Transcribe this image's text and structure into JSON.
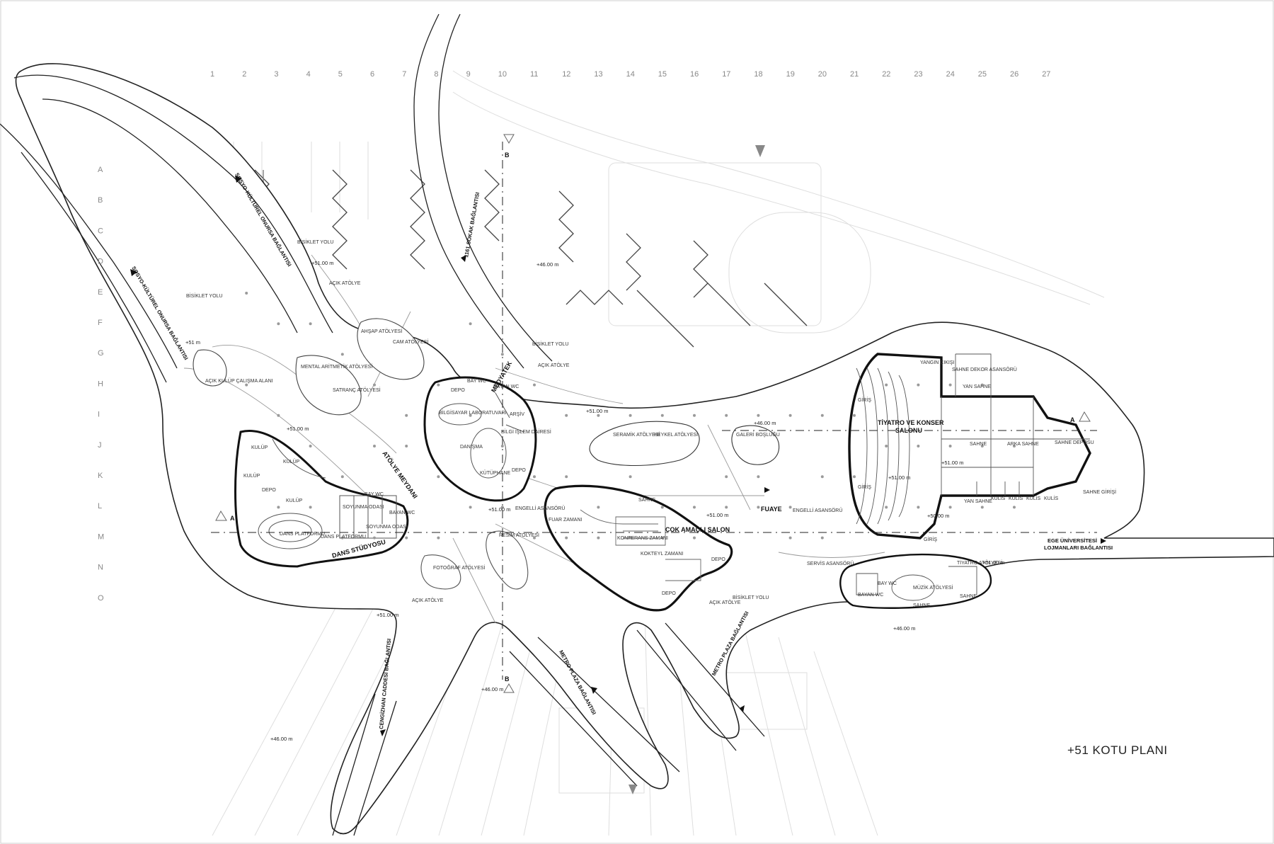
{
  "plan_title": "+51 KOTU PLANI",
  "grid": {
    "columns": [
      "1",
      "2",
      "3",
      "4",
      "5",
      "6",
      "7",
      "8",
      "9",
      "10",
      "11",
      "12",
      "13",
      "14",
      "15",
      "16",
      "17",
      "18",
      "19",
      "20",
      "21",
      "22",
      "23",
      "24",
      "25",
      "26",
      "27"
    ],
    "rows": [
      "A",
      "B",
      "C",
      "D",
      "E",
      "F",
      "G",
      "H",
      "I",
      "J",
      "K",
      "L",
      "M",
      "N",
      "O"
    ]
  },
  "section_marks": {
    "a_left": "A",
    "a_right": "A",
    "b_top": "B",
    "b_bottom": "B"
  },
  "roads": {
    "sosyo_upper": "SOSYO-KÜLTÜREL ONURSA BAĞLANTISI",
    "sosyo_lower": "SOSYO-KÜLTÜREL ONURSA BAĞLANTISI",
    "sokak": "1161 SOKAK BAĞLANTISI",
    "cengizhan": "CENGİZHAN CADDESİ BAĞLANTISI",
    "metro_1": "METRO PLAZA BAĞLANTISI",
    "metro_2": "METRO PLAZA BAĞLANTISI",
    "ege_line1": "EGE ÜNİVERSİTESİ",
    "ege_line2": "LOJMANLARI BAĞLANTISI"
  },
  "major_spaces": {
    "medyatek": "MEDYATEK",
    "atolye_meydani": "ATÖLYE MEYDANI",
    "dans_studyosu": "DANS STÜDYOSU",
    "cok_amacli": "ÇOK AMAÇLI SALON",
    "tiyatro_line1": "TİYATRO VE KONSER",
    "tiyatro_line2": "SALONU",
    "fuaye": "FUAYE"
  },
  "levels": {
    "l51_a": "+51.00 m",
    "l51_b": "+51.00 m",
    "l51_c": "+51.00 m",
    "l51_d": "+51.00 m",
    "l51_e": "+51.00 m",
    "l51_f": "+51.00 m",
    "l51_g": "+51.00 m",
    "l51_h": "+51.00 m",
    "l51_i": "+51 m",
    "l46_a": "+46.00 m",
    "l46_b": "+46.00 m",
    "l46_c": "+46.00 m",
    "l46_d": "+46.00 m",
    "l46_e": "+46.00 m",
    "l50": "+50.00 m"
  },
  "rooms": {
    "acik_atolye_1": "AÇIK ATÖLYE",
    "acik_atolye_2": "AÇIK ATÖLYE",
    "acik_atolye_3": "AÇIK ATÖLYE",
    "acik_atolye_4": "AÇIK ATÖLYE",
    "agac": "AHŞAP ATÖLYESİ",
    "cam": "CAM ATÖLYESİ",
    "mental": "MENTAL ARİTMETİK ATÖLYESİ",
    "satranc": "SATRANÇ ATÖLYESİ",
    "acik_kulup": "AÇIK KULÜP ÇALIŞMA ALANI",
    "kulup_1": "KULÜP",
    "kulup_2": "KULÜP",
    "kulup_3": "KULÜP",
    "kulup_4": "KULÜP",
    "depo_1": "DEPO",
    "depo_2": "DEPO",
    "depo_3": "DEPO",
    "depo_4": "DEPO",
    "depo_5": "DEPO",
    "soyunma_1": "SOYUNMA ODASI",
    "soyunma_2": "SOYUNMA ODASI",
    "bay_wc_1": "BAY WC",
    "bay_wc_2": "BAY WC",
    "bay_wc_3": "BAY WC",
    "bayan_wc_1": "BAYAN WC",
    "bayan_wc_2": "BAYAN WC",
    "bayan_wc_3": "BAYAN WC",
    "dans_platformu_1": "DANS PLATFORMU",
    "dans_platformu_2": "DANS PLATFORMU",
    "bilgisayar": "BİLGİSAYAR LABORATUVARI",
    "danisma": "DANIŞMA",
    "kutuphane": "KÜTÜPHANE",
    "arsiv": "ARŞİV",
    "bilgi_islem": "BİLGİ İŞLEM DAİRESİ",
    "engelli_1": "ENGELLİ ASANSÖRÜ",
    "engelli_2": "ENGELLİ ASANSÖRÜ",
    "resim": "RESİM ATÖLYESİ",
    "fotograf": "FOTOĞRAF ATÖLYESİ",
    "seramik": "SERAMİK ATÖLYESİ",
    "heykel": "HEYKEL ATÖLYESİ",
    "fuar": "FUAR ZAMANI",
    "konferans": "KONFERANS ZAMANI",
    "kokteyl": "KOKTEYL ZAMANI",
    "sahne_cok": "SAHNE",
    "galeri": "GALERİ BOŞLUĞU",
    "servis": "SERVİS ASANSÖRÜ",
    "muzik": "MÜZİK ATÖLYESİ",
    "tiyatro_atolye": "TİYATRO ATÖLYESİ",
    "sahne_m1": "SAHNE",
    "sahne_m2": "SAHNE",
    "sahne_t1": "SAHNE",
    "arka_sahne": "ARKA SAHNE",
    "sahne_deposu": "SAHNE DEPOSU",
    "yan_sahne_1": "YAN SAHNE",
    "yan_sahne_2": "YAN SAHNE",
    "kulis_1": "KULİS",
    "kulis_2": "KULİS",
    "kulis_3": "KULİS",
    "kulis_4": "KULİS",
    "sahne_dekor": "SAHNE DEKOR ASANSÖRÜ",
    "yangin": "YANGIN ÇIKIŞI",
    "giris_1": "GİRİŞ",
    "giris_2": "GİRİŞ",
    "giris_3": "GİRİŞ",
    "sahne_giris": "SAHNE GİRİŞİ",
    "bisiklet_1": "BİSİKLET YOLU",
    "bisiklet_2": "BİSİKLET YOLU",
    "bisiklet_3": "BİSİKLET YOLU",
    "bisiklet_4": "BİSİKLET YOLU"
  },
  "colors": {
    "outline": "#222222",
    "thin": "#9a9a9a",
    "site": "#d8d8d8",
    "fill": "#ffffff"
  }
}
